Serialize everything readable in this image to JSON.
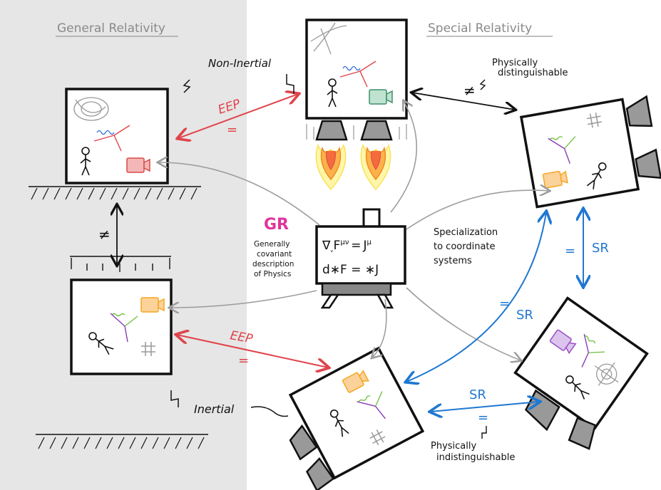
{
  "headers": {
    "left": "General Relativity",
    "right": "Special Relativity"
  },
  "labels": {
    "non_inertial": "Non-Inertial",
    "inertial": "Inertial",
    "physically_distinguishable_1": "Physically",
    "physically_distinguishable_2": "distinguishable",
    "physically_indistinguishable_1": "Physically",
    "physically_indistinguishable_2": "indistinguishable",
    "eep_top": "EEP",
    "eep_bottom": "EEP",
    "eq_sign": "=",
    "neq_sign": "≠",
    "sr_right": "SR",
    "sr_middle": "SR",
    "sr_bottom": "SR",
    "gr": "GR",
    "gr_desc_1": "Generally",
    "gr_desc_2": "covariant",
    "gr_desc_3": "description",
    "gr_desc_4": "of Physics",
    "spec_1": "Specialization",
    "spec_2": "to coordinate",
    "spec_3": "systems",
    "eq1": "∇",
    "eq1b": "ᵥ",
    "eq1c": "F",
    "eq1d": "μν",
    "eq1e": "=",
    "eq1f": "J",
    "eq1g": "μ",
    "eq2": "d∗F = ∗J"
  },
  "colors": {
    "eep": "#e0434a",
    "sr": "#1f78d1",
    "gr": "#e0349a",
    "gray_arrow": "#9e9e9e",
    "panel_bg": "#e6e6e6",
    "orange": "#f5a623",
    "green": "#3d8f6b",
    "purple": "#9b4fc2",
    "red_cam": "#d84a4a"
  }
}
